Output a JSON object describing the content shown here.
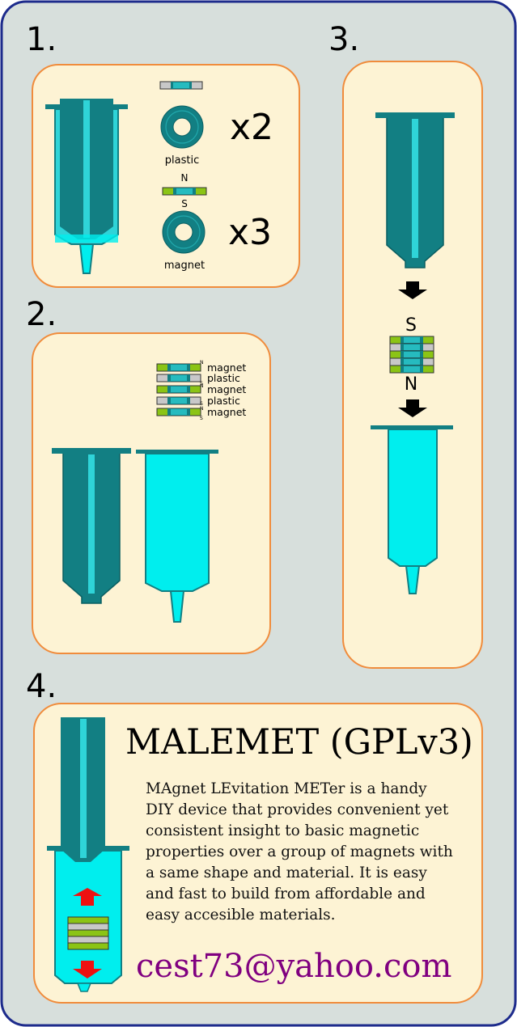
{
  "steps": [
    "1.",
    "2.",
    "3.",
    "4."
  ],
  "panel1": {
    "plastic_count": "x2",
    "plastic_label": "plastic",
    "magnet_count": "x3",
    "magnet_label": "magnet",
    "pole_north": "N",
    "pole_south": "S"
  },
  "panel2": {
    "stack_labels": [
      "magnet",
      "plastic",
      "magnet",
      "plastic",
      "magnet"
    ],
    "stack_poles": [
      "N",
      "S",
      "N",
      "S",
      "N",
      "S"
    ]
  },
  "panel3": {
    "pole_top": "S",
    "pole_bottom": "N"
  },
  "panel4": {
    "title": "MALEMET (GPLv3)",
    "description_lines": [
      "MAgnet LEvitation METer is a handy",
      "DIY device that provides convenient yet",
      "consistent insight to basic magnetic",
      "properties over a group of magnets with",
      "a same shape and material. It is easy",
      "and fast to build from affordable and",
      "easy accesible materials."
    ],
    "email": "cest73@yahoo.com"
  },
  "colors": {
    "page_background": "#d7dfdc",
    "frame_border": "#1d2b8c",
    "panel_fill": "#fdf3d4",
    "panel_border": "#f08c3c",
    "teal_dark": "#127f83",
    "teal_light": "#2fd4d8",
    "cyan": "#00eeee",
    "magnet_green": "#8bc415",
    "plastic_grey": "#c8c8c8",
    "arrow_red": "#ee1111",
    "email_purple": "#800080"
  }
}
